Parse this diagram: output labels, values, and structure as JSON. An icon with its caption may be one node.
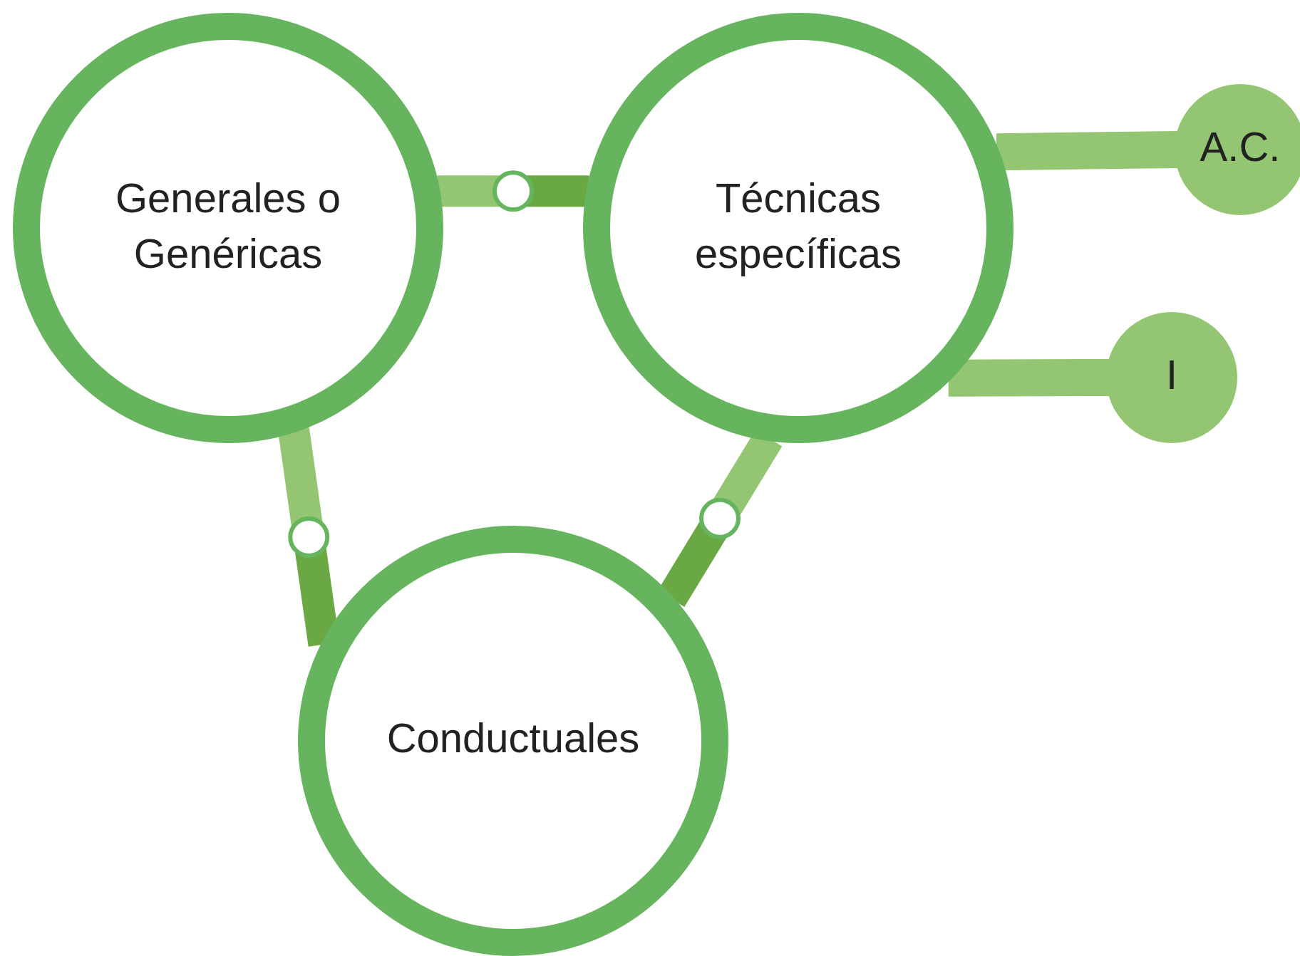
{
  "diagram": {
    "nodes": [
      {
        "text": [
          "Generales o Genéricas"
        ]
      },
      {
        "text": [
          "Técnicas específicas"
        ]
      },
      {
        "text": [
          "A.C."
        ]
      },
      {
        "text": [
          "I"
        ]
      },
      {
        "text": [
          "Conductuales"
        ]
      }
    ],
    "edges": [
      {
        "from": 0,
        "to": 1,
        "arrow": "none"
      },
      {
        "from": 0,
        "to": 4,
        "arrow": "none"
      },
      {
        "from": 1,
        "to": 4,
        "arrow": "none"
      },
      {
        "from": 1,
        "to": 2,
        "arrow": "none"
      },
      {
        "from": 1,
        "to": 3,
        "arrow": "none"
      }
    ]
  }
}
